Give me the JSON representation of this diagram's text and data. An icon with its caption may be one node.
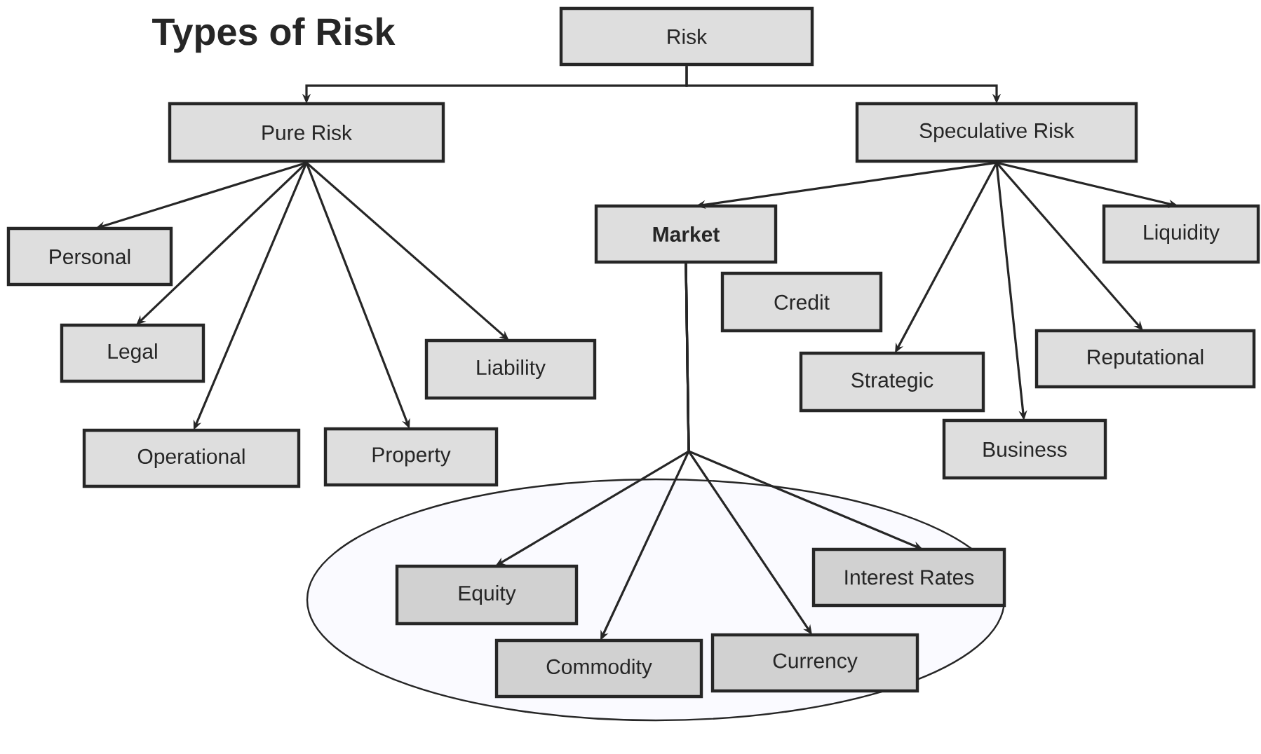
{
  "diagram": {
    "title": "Types of Risk",
    "nodes": [
      {
        "text": [
          "Risk"
        ]
      },
      {
        "text": [
          "Pure Risk"
        ]
      },
      {
        "text": [
          "Speculative Risk"
        ]
      },
      {
        "text": [
          "Personal"
        ]
      },
      {
        "text": [
          "Legal"
        ]
      },
      {
        "text": [
          "Liability"
        ]
      },
      {
        "text": [
          "Operational"
        ]
      },
      {
        "text": [
          "Property"
        ]
      },
      {
        "text": [
          "Market"
        ]
      },
      {
        "text": [
          "Credit"
        ]
      },
      {
        "text": [
          "Liquidity"
        ]
      },
      {
        "text": [
          "Strategic"
        ]
      },
      {
        "text": [
          "Reputational"
        ]
      },
      {
        "text": [
          "Business"
        ]
      },
      {
        "text": [],
        "shape": "ellipse"
      },
      {
        "text": [
          "Equity"
        ],
        "in": 14
      },
      {
        "text": [
          "Commodity"
        ],
        "in": 14
      },
      {
        "text": [
          "Currency"
        ],
        "in": 14
      },
      {
        "text": [
          "Interest Rates"
        ],
        "in": 14
      }
    ],
    "edges": [
      {
        "from": 0,
        "to": 1,
        "arrow": "to"
      },
      {
        "from": 0,
        "to": 2,
        "arrow": "to"
      },
      {
        "from": 1,
        "to": 3,
        "arrow": "to"
      },
      {
        "from": 1,
        "to": 4,
        "arrow": "to"
      },
      {
        "from": 1,
        "to": 6,
        "arrow": "to"
      },
      {
        "from": 1,
        "to": 7,
        "arrow": "to"
      },
      {
        "from": 1,
        "to": 5,
        "arrow": "to"
      },
      {
        "from": 2,
        "to": 8,
        "arrow": "to"
      },
      {
        "from": 2,
        "to": 11,
        "arrow": "to"
      },
      {
        "from": 2,
        "to": 13,
        "arrow": "to"
      },
      {
        "from": 2,
        "to": 12,
        "arrow": "to"
      },
      {
        "from": 2,
        "to": 10,
        "arrow": "to"
      },
      {
        "from": 8,
        "to": 15,
        "arrow": "to"
      },
      {
        "from": 8,
        "to": 16,
        "arrow": "to"
      },
      {
        "from": 8,
        "to": 17,
        "arrow": "to"
      },
      {
        "from": 8,
        "to": 18,
        "arrow": "to"
      }
    ]
  }
}
